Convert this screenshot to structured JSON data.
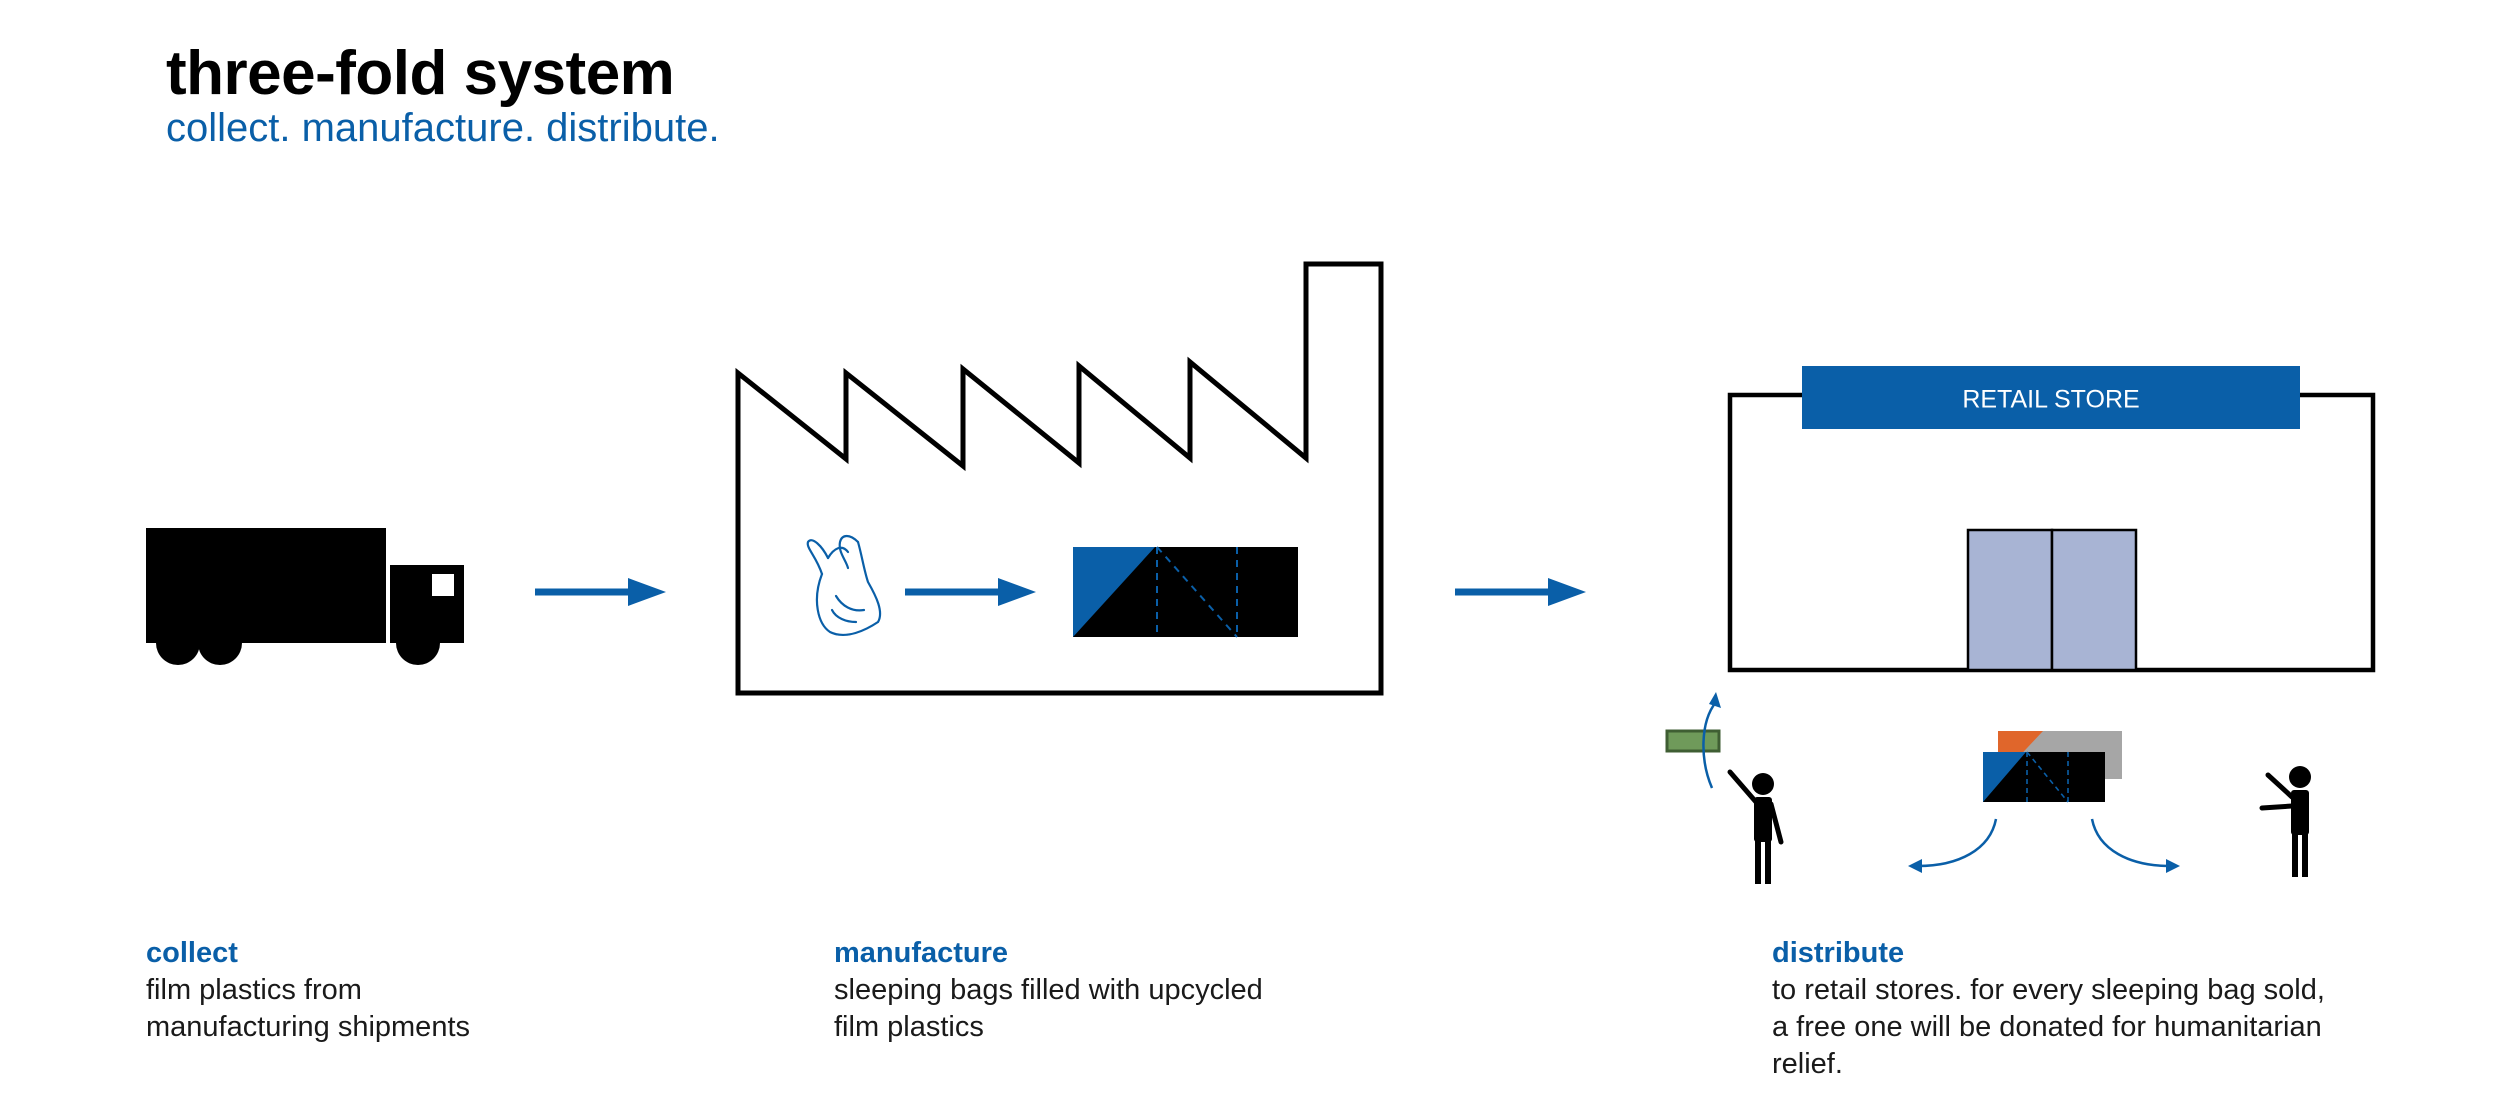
{
  "header": {
    "title": "three-fold system",
    "subtitle": "collect. manufacture. distribute."
  },
  "store": {
    "sign_label": "RETAIL STORE"
  },
  "colors": {
    "blue": "#0a5fa8",
    "black": "#000000",
    "door": "#a8b4d4",
    "cash": "#6f9a5a",
    "orange": "#e0662b",
    "gray": "#a6a6a6"
  },
  "steps": [
    {
      "heading": "collect",
      "text": "film plastics from\nmanufacturing shipments"
    },
    {
      "heading": "manufacture",
      "text": "sleeping bags filled with upcycled\nfilm plastics"
    },
    {
      "heading": "distribute",
      "text": "to retail stores. for every sleeping bag sold,\na free one will be donated for humanitarian\nrelief."
    }
  ]
}
